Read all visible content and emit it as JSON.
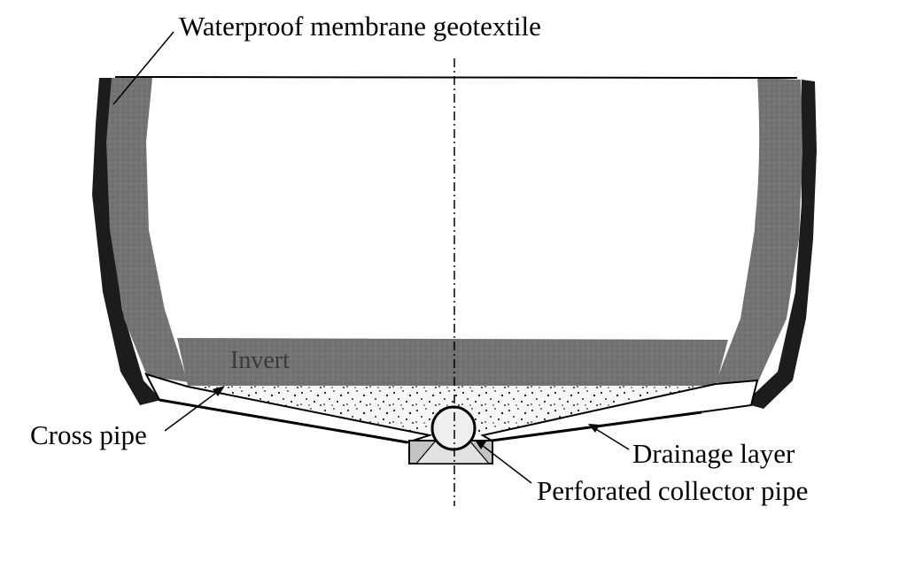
{
  "diagram": {
    "labels": {
      "membrane": "Waterproof membrane geotextile",
      "invert": "Invert",
      "cross_pipe": "Cross pipe",
      "drainage_layer": "Drainage layer",
      "collector_pipe": "Perforated collector pipe"
    },
    "colors": {
      "lining": "#6e6e6e",
      "rock": "#1c1c1c",
      "invert": "#777777",
      "gravel_fill": "#f4f4f4",
      "pipe": "#ececec",
      "base": "#bdbdbd",
      "outline": "#000000"
    }
  }
}
